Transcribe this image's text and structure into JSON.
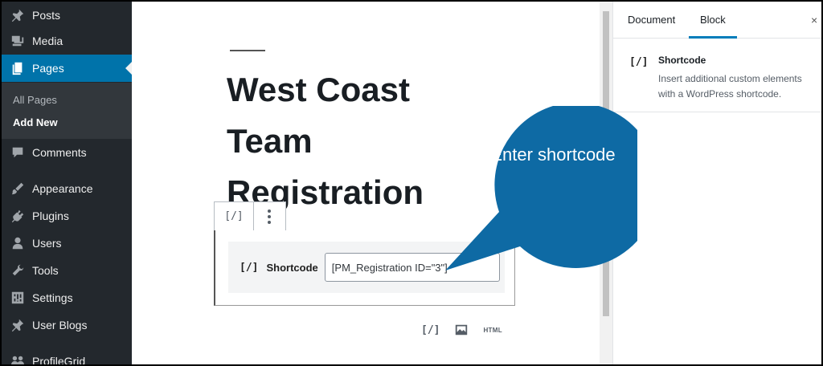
{
  "sidebar": {
    "items": [
      {
        "label": "Posts",
        "icon": "pushpin-icon"
      },
      {
        "label": "Media",
        "icon": "media-icon"
      },
      {
        "label": "Pages",
        "icon": "pages-icon",
        "active": true
      },
      {
        "label": "Comments",
        "icon": "comment-icon"
      },
      {
        "label": "Appearance",
        "icon": "paintbrush-icon"
      },
      {
        "label": "Plugins",
        "icon": "plug-icon"
      },
      {
        "label": "Users",
        "icon": "user-icon"
      },
      {
        "label": "Tools",
        "icon": "wrench-icon"
      },
      {
        "label": "Settings",
        "icon": "sliders-icon"
      },
      {
        "label": "User Blogs",
        "icon": "pushpin-icon"
      },
      {
        "label": "ProfileGrid",
        "icon": "group-icon"
      }
    ],
    "submenu": [
      {
        "label": "All Pages"
      },
      {
        "label": "Add New",
        "current": true
      }
    ]
  },
  "editor": {
    "title": "West Coast Team Registration",
    "toolbar": {
      "block_type_glyph": "[/]"
    },
    "shortcode_block": {
      "icon_glyph": "[/]",
      "label": "Shortcode",
      "value": "[PM_Registration ID=\"3\"]"
    },
    "inserters": {
      "shortcode_glyph": "[/]",
      "html_label": "HTML"
    }
  },
  "panel": {
    "tabs": [
      {
        "label": "Document"
      },
      {
        "label": "Block",
        "active": true
      }
    ],
    "close_glyph": "×",
    "block_card": {
      "icon_glyph": "[/]",
      "title": "Shortcode",
      "description": "Insert additional custom elements with a WordPress shortcode."
    }
  },
  "callout": {
    "text": "Enter shortcode",
    "color": "#0e6aa4"
  },
  "colors": {
    "sidebar_bg": "#23282d",
    "accent": "#0073aa",
    "tab_underline": "#007cba"
  }
}
